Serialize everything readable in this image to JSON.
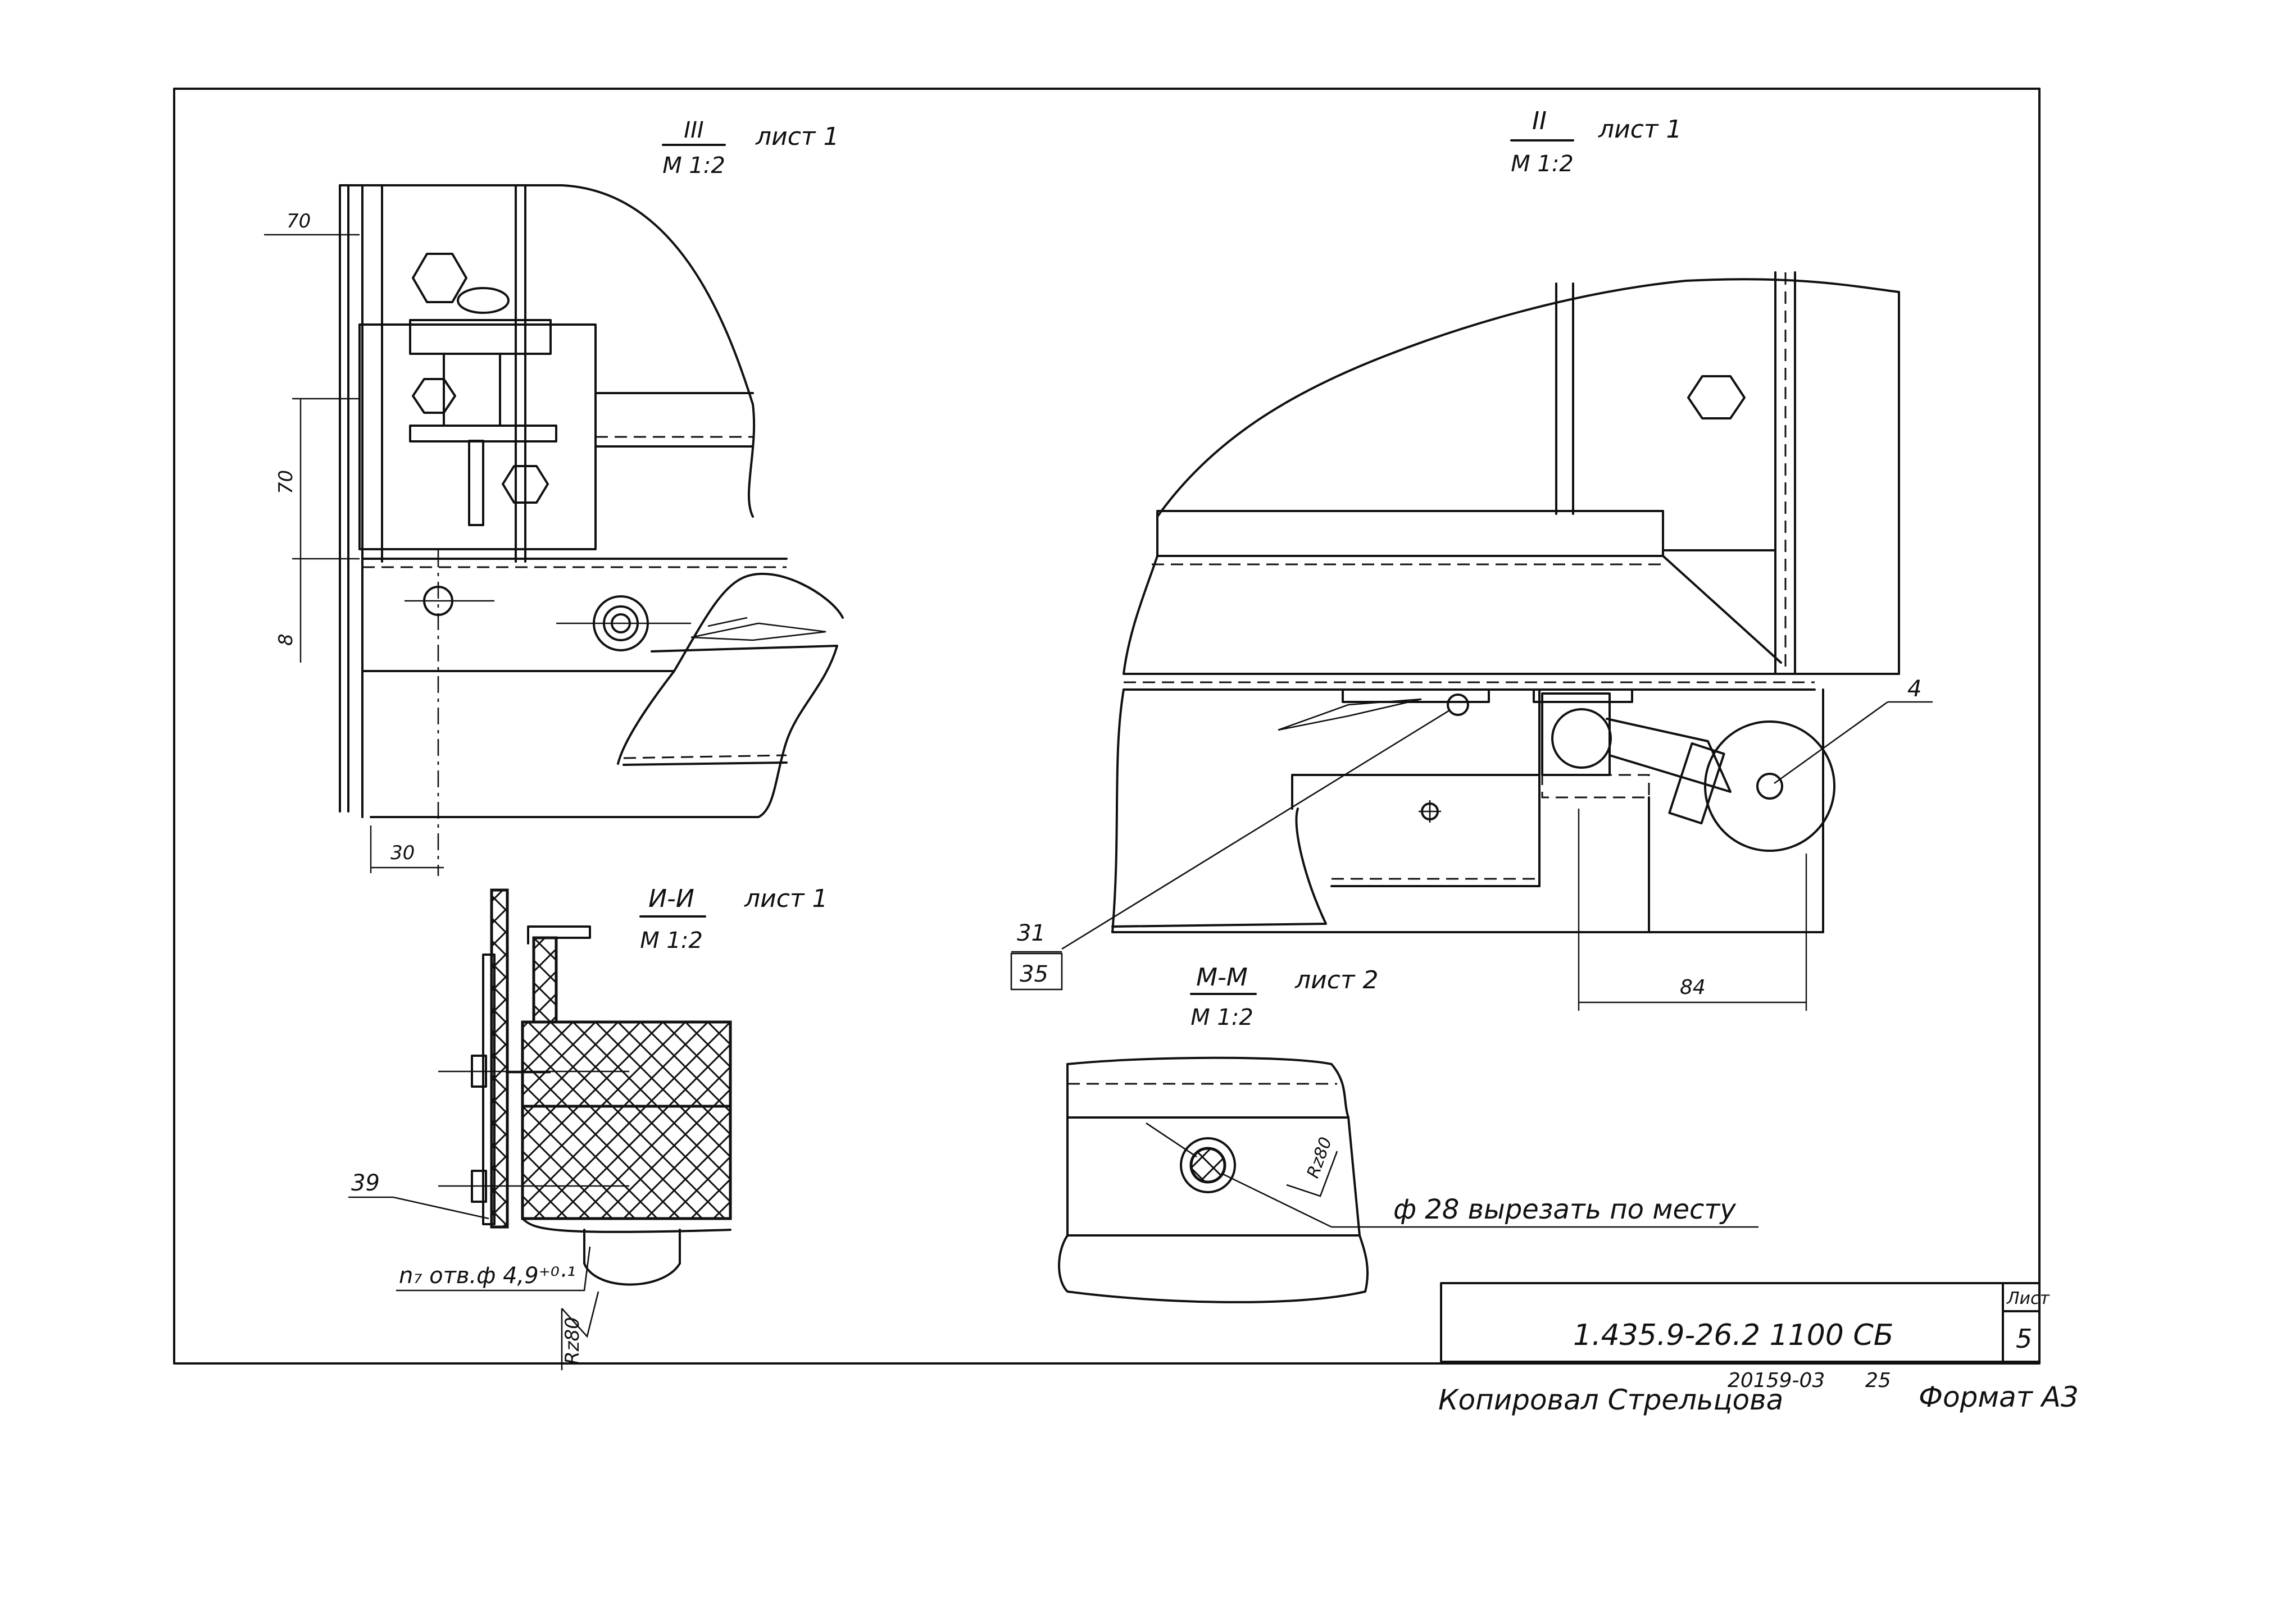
{
  "views": {
    "view_III": {
      "name": "III",
      "sheet_ref": "лист 1",
      "scale": "М 1:2",
      "dims": [
        "70",
        "70",
        "8",
        "30"
      ]
    },
    "view_II": {
      "name": "II",
      "sheet_ref": "лист 1",
      "scale": "М 1:2",
      "dims": [
        "84"
      ],
      "callouts": [
        "4",
        "31",
        "35"
      ]
    },
    "section_II": {
      "name": "И-И",
      "sheet_ref": "лист 1",
      "scale": "М 1:2",
      "callouts": [
        "39"
      ],
      "hole_note": "n₇ отв.ф 4,9⁺⁰·¹",
      "roughness": "Rz80"
    },
    "section_MM": {
      "name": "М-М",
      "sheet_ref": "лист 2",
      "scale": "М 1:2",
      "roughness": "Rz80",
      "cut_note": "ф 28 вырезать по месту"
    }
  },
  "title_block": {
    "designation": "1.435.9-26.2   1100 СБ",
    "sheet_label": "Лист",
    "sheet_number": "5"
  },
  "footer": {
    "copied_by": "Копировал Стрельцова",
    "order_number": "20159-03",
    "page_number": "25",
    "format": "Формат А3"
  }
}
